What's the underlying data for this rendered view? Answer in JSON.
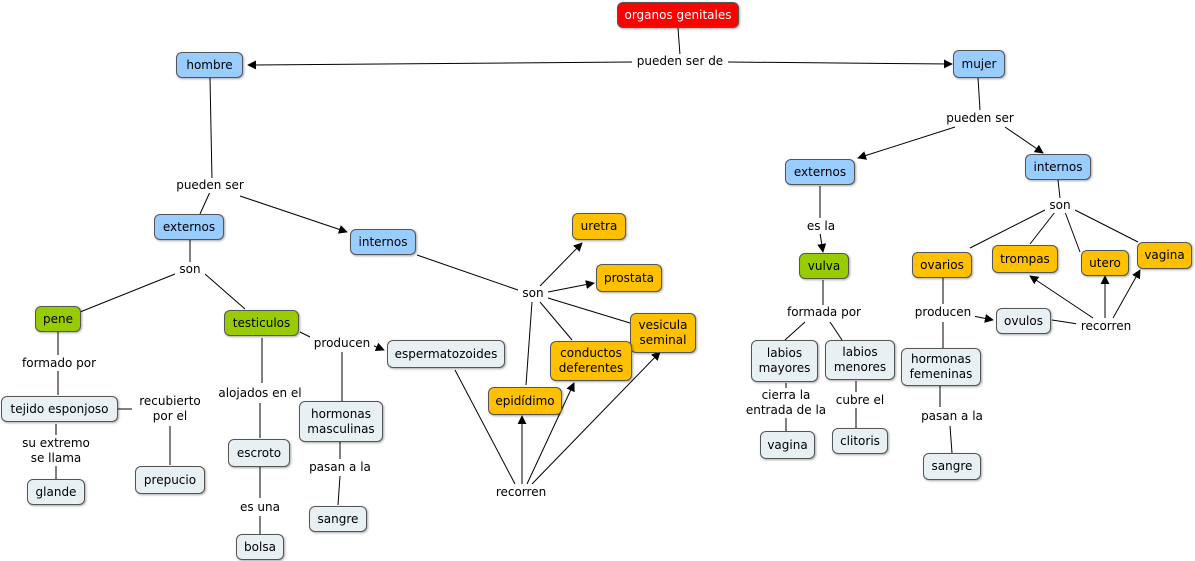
{
  "nodes": {
    "organos": "organos genitales",
    "hombre": "hombre",
    "mujer": "mujer",
    "h_externos": "externos",
    "h_internos": "internos",
    "pene": "pene",
    "testiculos": "testiculos",
    "tejido": "tejido esponjoso",
    "glande": "glande",
    "prepucio": "prepucio",
    "escroto": "escroto",
    "bolsa": "bolsa",
    "hormonas_m": "hormonas masculinas",
    "sangre_m": "sangre",
    "esperma": "espermatozoides",
    "uretra": "uretra",
    "prostata": "prostata",
    "vesicula": "vesicula seminal",
    "conductos": "conductos deferentes",
    "epididimo": "epidídimo",
    "m_externos": "externos",
    "m_internos": "internos",
    "vulva": "vulva",
    "labios_may": "labios mayores",
    "labios_men": "labios menores",
    "vagina_ext": "vagina",
    "clitoris": "clitoris",
    "ovarios": "ovarios",
    "trompas": "trompas",
    "utero": "utero",
    "vagina_int": "vagina",
    "ovulos": "ovulos",
    "hormonas_f": "hormonas femeninas",
    "sangre_f": "sangre"
  },
  "links": {
    "pueden_ser_de": "pueden ser de",
    "h_pueden_ser": "pueden ser",
    "m_pueden_ser": "pueden ser",
    "h_son": "son",
    "formado_por": "formado por",
    "recubierto": "recubierto por el",
    "su_extremo": "su extremo se llama",
    "alojados": "alojados en el",
    "es_una": "es una",
    "producen_m": "producen",
    "pasan_m": "pasan a la",
    "int_son": "son",
    "recorren_m": "recorren",
    "es_la": "es la",
    "formada_por": "formada por",
    "cierra": "cierra la entrada de la",
    "cubre": "cubre el",
    "mi_son": "son",
    "producen_f": "producen",
    "pasan_f": "pasan a la",
    "recorren_f": "recorren"
  },
  "colors": {
    "root": "#ff0000",
    "category": "#99ccff",
    "organ": "#99cc00",
    "internal_organ": "#ffc000",
    "leaf": "#e8f0f4",
    "edge": "#000000"
  }
}
